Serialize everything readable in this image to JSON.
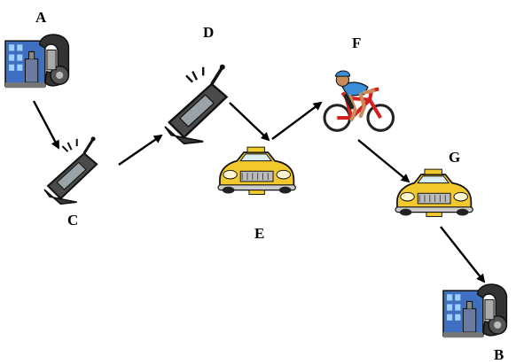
{
  "nodes": {
    "A": {
      "label": "A",
      "icon": "desk-phone-building-icon"
    },
    "B": {
      "label": "B",
      "icon": "desk-phone-building-icon"
    },
    "C": {
      "label": "C",
      "icon": "cell-phone-icon"
    },
    "D": {
      "label": "D",
      "icon": "cell-phone-icon"
    },
    "E": {
      "label": "E",
      "icon": "yellow-taxi-icon"
    },
    "F": {
      "label": "F",
      "icon": "cyclist-icon"
    },
    "G": {
      "label": "G",
      "icon": "yellow-taxi-icon"
    }
  },
  "edges": [
    [
      "A",
      "C"
    ],
    [
      "C",
      "D"
    ],
    [
      "D",
      "E"
    ],
    [
      "E",
      "F"
    ],
    [
      "F",
      "G"
    ],
    [
      "G",
      "B"
    ]
  ],
  "colors": {
    "phone_body": "#4a4a4a",
    "building_blue": "#3f6fc0",
    "taxi_yellow": "#f2c92c",
    "bike_red": "#d21f1f",
    "rider_blue": "#3a8fd8",
    "arrow": "#000000"
  }
}
